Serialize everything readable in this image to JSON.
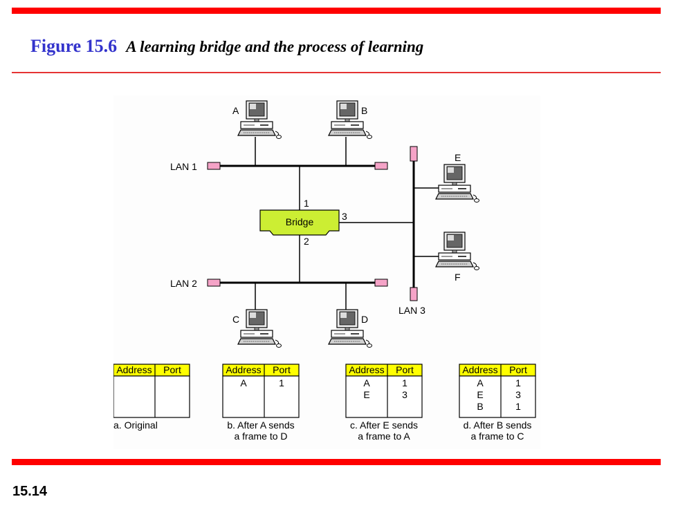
{
  "header": {
    "figure_label": "Figure 15.6",
    "caption": "A learning bridge and the process of learning"
  },
  "footer": {
    "page_number": "15.14"
  },
  "diagram": {
    "bridge_label": "Bridge",
    "ports": {
      "p1": "1",
      "p2": "2",
      "p3": "3"
    },
    "lans": {
      "lan1": "LAN 1",
      "lan2": "LAN 2",
      "lan3": "LAN 3"
    },
    "stations": {
      "a": "A",
      "b": "B",
      "c": "C",
      "d": "D",
      "e": "E",
      "f": "F"
    }
  },
  "tables": [
    {
      "header": [
        "Address",
        "Port"
      ],
      "rows": [],
      "caption_lines": [
        "a. Original",
        ""
      ]
    },
    {
      "header": [
        "Address",
        "Port"
      ],
      "rows": [
        [
          "A",
          "1"
        ]
      ],
      "caption_lines": [
        "b. After A sends",
        "a frame to D"
      ]
    },
    {
      "header": [
        "Address",
        "Port"
      ],
      "rows": [
        [
          "A",
          "1"
        ],
        [
          "E",
          "3"
        ]
      ],
      "caption_lines": [
        "c. After E sends",
        "a frame to A"
      ]
    },
    {
      "header": [
        "Address",
        "Port"
      ],
      "rows": [
        [
          "A",
          "1"
        ],
        [
          "E",
          "3"
        ],
        [
          "B",
          "1"
        ]
      ],
      "caption_lines": [
        "d. After B sends",
        "a frame to C"
      ]
    }
  ],
  "colors": {
    "accent_red": "#ff0000",
    "title_blue": "#3333cc",
    "bridge_green": "#ccee33",
    "terminator_pink": "#f5a3c7",
    "table_header_yellow": "#ffff00"
  }
}
